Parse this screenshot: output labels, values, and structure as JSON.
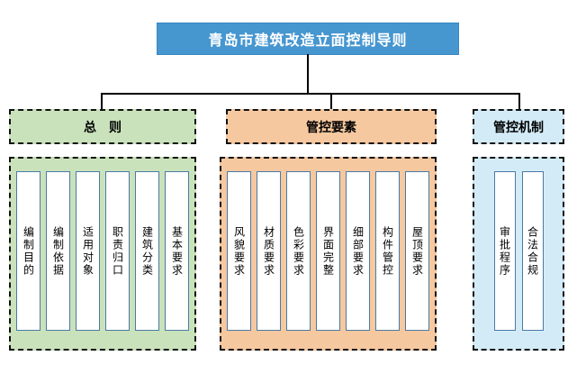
{
  "title": "青岛市建筑改造立面控制导则",
  "branches": [
    {
      "label": "总　则",
      "items": [
        "编制目的",
        "编制依据",
        "适用对象",
        "职责归口",
        "建筑分类",
        "基本要求"
      ]
    },
    {
      "label": "管控要素",
      "items": [
        "风貌要求",
        "材质要求",
        "色彩要求",
        "界面完整",
        "细部要求",
        "构件管控",
        "屋顶要求"
      ]
    },
    {
      "label": "管控机制",
      "items": [
        "审批程序",
        "合法合规"
      ]
    }
  ],
  "colors": {
    "root_fill": "#4696d0",
    "root_text": "#ffffff",
    "general_fill": "#c9e2bb",
    "elements_fill": "#f5c8a0",
    "mechanism_fill": "#d3ebf7",
    "dashed_border": "#111111",
    "leaf_border": "#4a7aa4",
    "connector": "#000000"
  }
}
